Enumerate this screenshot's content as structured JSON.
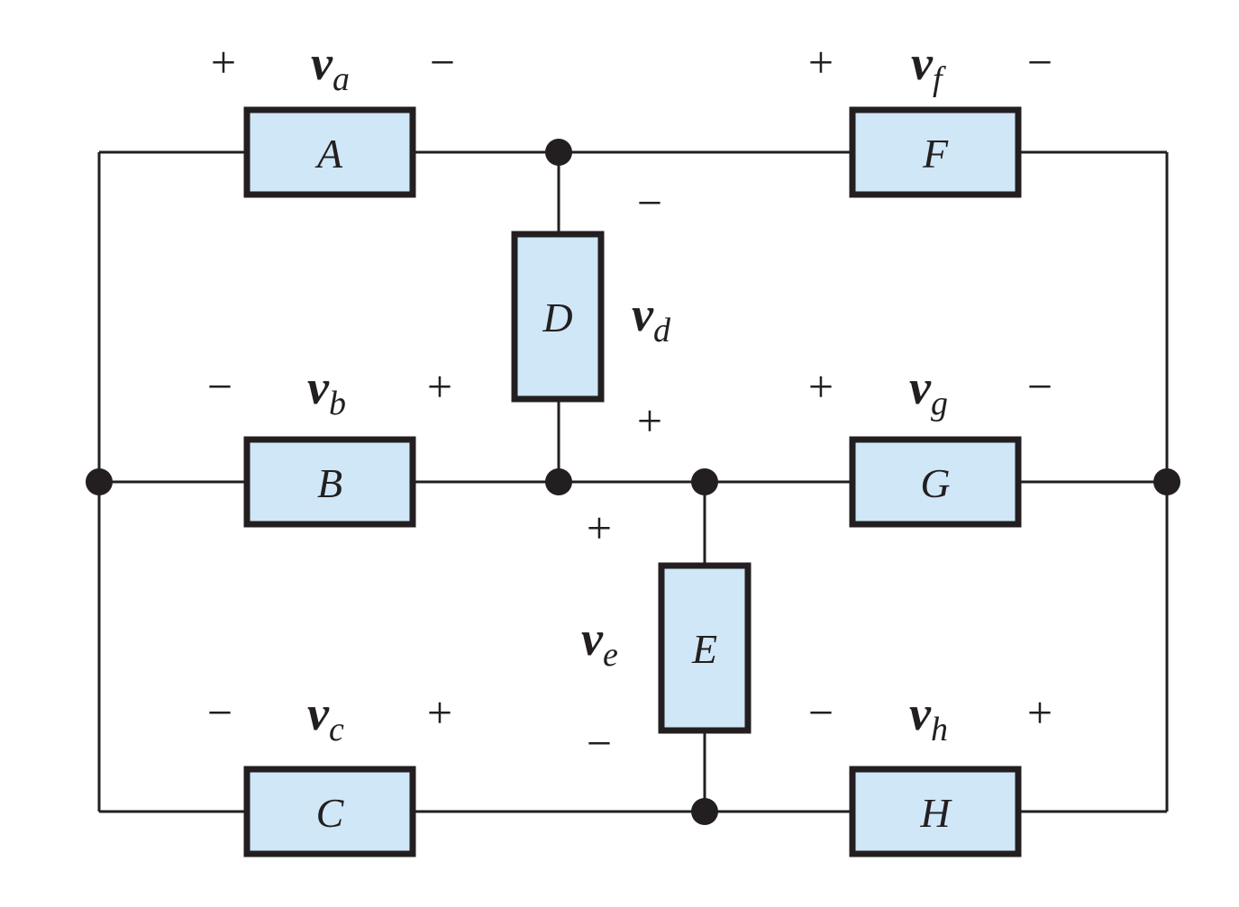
{
  "diagram": {
    "type": "circuit-schematic",
    "colors": {
      "wire": "#231f20",
      "component_fill": "#cfe7f7",
      "component_border": "#231f20",
      "node": "#231f20",
      "background": "#ffffff"
    },
    "components": [
      {
        "id": "A",
        "label": "A",
        "voltage_var": "v",
        "voltage_sub": "a",
        "left_sign": "+",
        "right_sign": "−"
      },
      {
        "id": "B",
        "label": "B",
        "voltage_var": "v",
        "voltage_sub": "b",
        "left_sign": "−",
        "right_sign": "+"
      },
      {
        "id": "C",
        "label": "C",
        "voltage_var": "v",
        "voltage_sub": "c",
        "left_sign": "−",
        "right_sign": "+"
      },
      {
        "id": "D",
        "label": "D",
        "voltage_var": "v",
        "voltage_sub": "d",
        "top_sign": "−",
        "bottom_sign": "+"
      },
      {
        "id": "E",
        "label": "E",
        "voltage_var": "v",
        "voltage_sub": "e",
        "top_sign": "+",
        "bottom_sign": "−"
      },
      {
        "id": "F",
        "label": "F",
        "voltage_var": "v",
        "voltage_sub": "f",
        "left_sign": "+",
        "right_sign": "−"
      },
      {
        "id": "G",
        "label": "G",
        "voltage_var": "v",
        "voltage_sub": "g",
        "left_sign": "+",
        "right_sign": "−"
      },
      {
        "id": "H",
        "label": "H",
        "voltage_var": "v",
        "voltage_sub": "h",
        "left_sign": "−",
        "right_sign": "+"
      }
    ],
    "nodes": [
      "top-middle",
      "left",
      "center-left",
      "center-right",
      "right",
      "bottom-middle"
    ]
  }
}
